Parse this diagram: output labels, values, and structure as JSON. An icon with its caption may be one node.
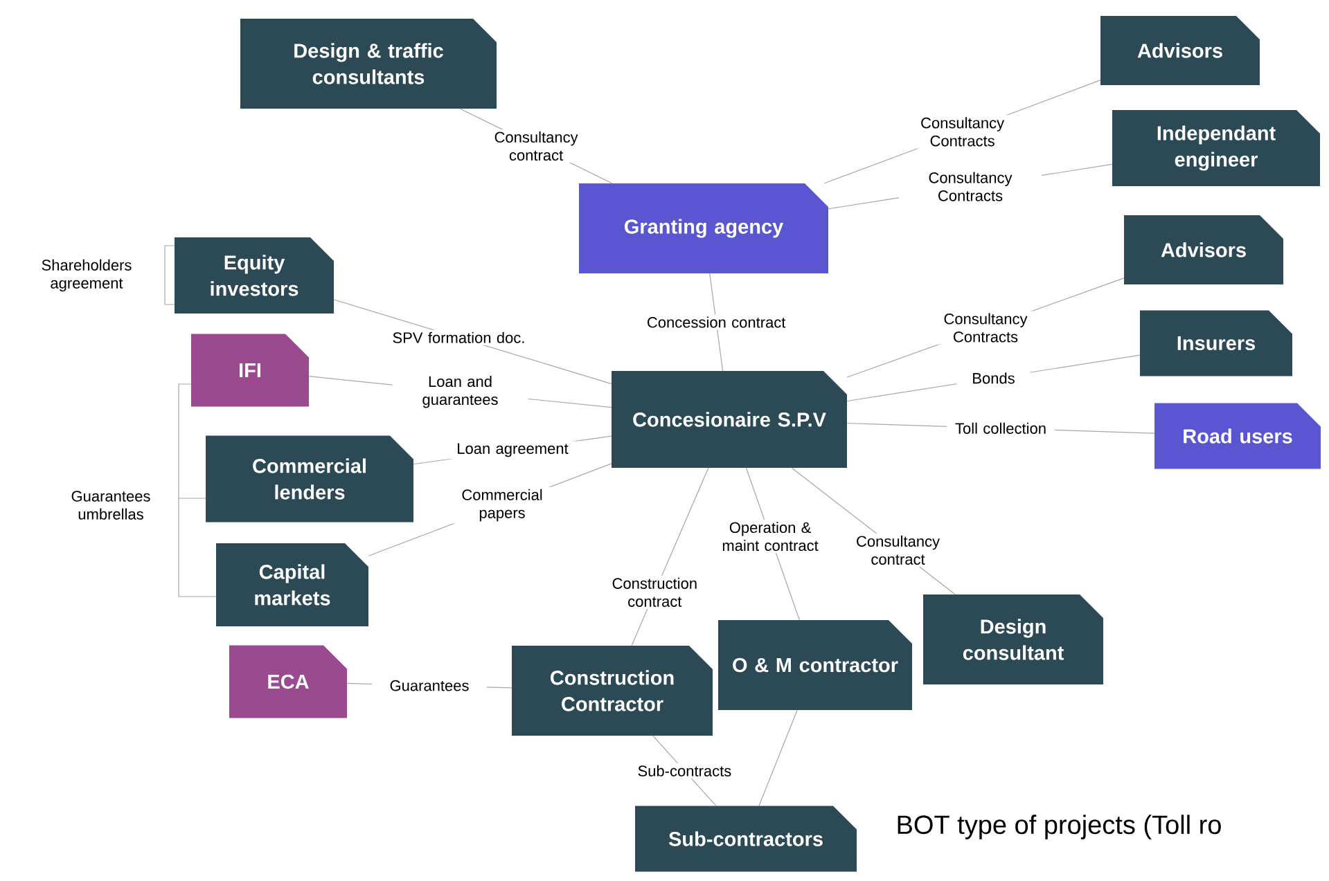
{
  "diagram": {
    "title": "BOT type of projects (Toll ro",
    "nodes": [
      {
        "text": [
          "Design & traffic consultants"
        ]
      },
      {
        "text": [
          "Advisors"
        ]
      },
      {
        "text": [
          "Independant engineer"
        ]
      },
      {
        "text": [
          "Granting agency"
        ]
      },
      {
        "text": [
          "Advisors"
        ]
      },
      {
        "text": [
          "Equity investors"
        ]
      },
      {
        "text": [
          "IFI"
        ]
      },
      {
        "text": [
          "Insurers"
        ]
      },
      {
        "text": [
          "Concesionaire S.P.V"
        ]
      },
      {
        "text": [
          "Road users"
        ]
      },
      {
        "text": [
          "Commercial lenders"
        ]
      },
      {
        "text": [
          "Capital markets"
        ]
      },
      {
        "text": [
          "Design consultant"
        ]
      },
      {
        "text": [
          "O & M contractor"
        ]
      },
      {
        "text": [
          "ECA"
        ]
      },
      {
        "text": [
          "Construction Contractor"
        ]
      },
      {
        "text": [
          "Sub-contractors"
        ]
      }
    ],
    "edges": [
      {
        "from": 0,
        "to": 3,
        "arrow": "none",
        "label": "Consultancy contract"
      },
      {
        "from": 3,
        "to": 1,
        "arrow": "none",
        "label": "Consultancy Contracts"
      },
      {
        "from": 3,
        "to": 2,
        "arrow": "none",
        "label": "Consultancy Contracts"
      },
      {
        "from": 3,
        "to": 8,
        "arrow": "none",
        "label": "Concession contract"
      },
      {
        "from": 5,
        "to": 8,
        "arrow": "none",
        "label": "SPV formation doc."
      },
      {
        "from": 6,
        "to": 8,
        "arrow": "none",
        "label": "Loan and guarantees"
      },
      {
        "from": 10,
        "to": 8,
        "arrow": "none",
        "label": "Loan agreement"
      },
      {
        "from": 11,
        "to": 8,
        "arrow": "none",
        "label": "Commercial papers"
      },
      {
        "from": 8,
        "to": 4,
        "arrow": "none",
        "label": "Consultancy Contracts"
      },
      {
        "from": 8,
        "to": 7,
        "arrow": "none",
        "label": "Bonds"
      },
      {
        "from": 8,
        "to": 9,
        "arrow": "none",
        "label": "Toll collection"
      },
      {
        "from": 8,
        "to": 15,
        "arrow": "none",
        "label": "Construction contract"
      },
      {
        "from": 8,
        "to": 13,
        "arrow": "none",
        "label": "Operation & maint contract"
      },
      {
        "from": 8,
        "to": 12,
        "arrow": "none",
        "label": "Consultancy contract"
      },
      {
        "from": 14,
        "to": 15,
        "arrow": "none",
        "label": "Guarantees"
      },
      {
        "from": 15,
        "to": 16,
        "arrow": "none",
        "label": "Sub-contracts"
      },
      {
        "from": 13,
        "to": 16,
        "arrow": "none"
      }
    ],
    "labels": [
      "Shareholders agreement",
      "Guarantees umbrellas"
    ]
  }
}
